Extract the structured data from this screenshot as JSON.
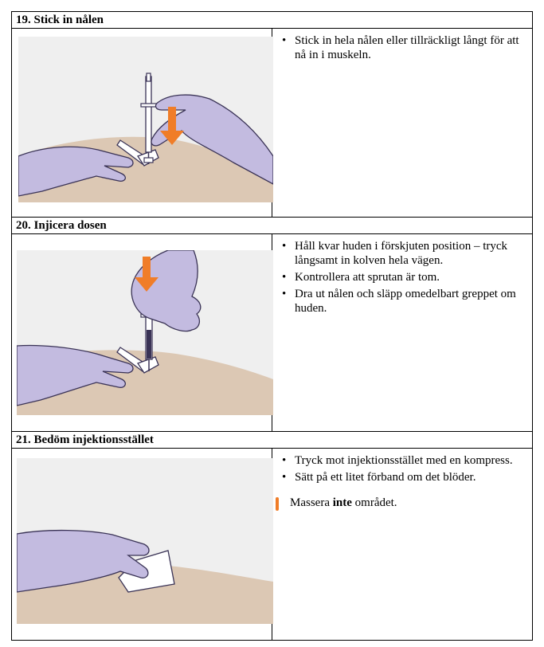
{
  "steps": [
    {
      "title": "19. Stick in nålen",
      "bullets": [
        "Stick in hela nålen eller tillräckligt långt för att nå in i muskeln."
      ],
      "illustration_icon": "insert-needle-illustration"
    },
    {
      "title": "20. Injicera dosen",
      "bullets": [
        "Håll kvar huden i förskjuten position – tryck långsamt in kolven hela vägen.",
        "Kontrollera att sprutan är tom.",
        "Dra ut nålen och släpp omedelbart greppet om huden."
      ],
      "illustration_icon": "inject-dose-illustration"
    },
    {
      "title": "21. Bedöm injektionsstället",
      "bullets": [
        "Tryck mot injektionsstället med en kompress.",
        "Sätt på ett litet förband om det blöder."
      ],
      "warning": {
        "pre": "Massera ",
        "bold": "inte",
        "post": " området."
      },
      "illustration_icon": "apply-compress-illustration"
    }
  ],
  "colors": {
    "skin": "#dcc8b4",
    "glove": "#c3bbe0",
    "glove_outline": "#3a3356",
    "arrow": "#f07d28",
    "panel_bg": "#efefef"
  }
}
